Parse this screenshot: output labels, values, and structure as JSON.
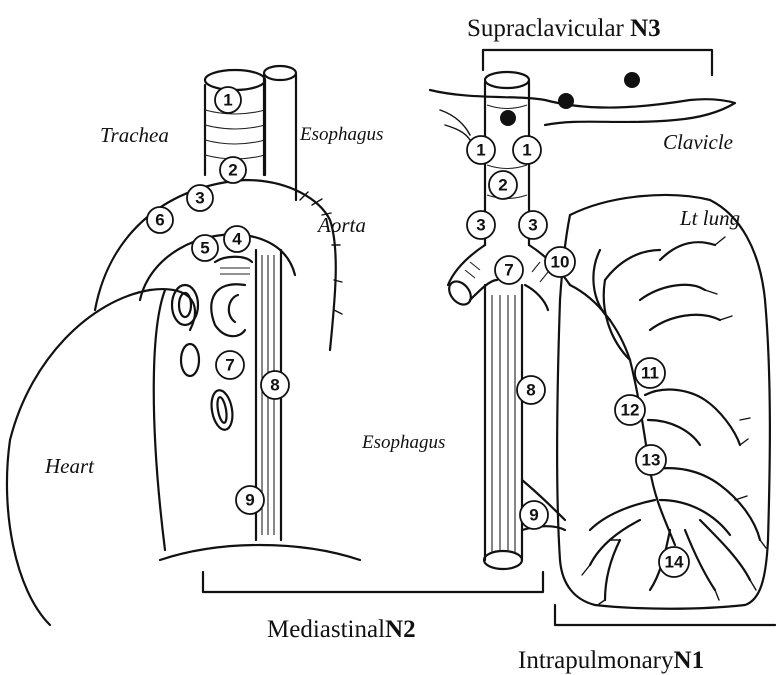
{
  "labels": {
    "trachea": "Trachea",
    "esophagus_top": "Esophagus",
    "aorta": "Aorta",
    "heart": "Heart",
    "clavicle": "Clavicle",
    "lt_lung": "Lt lung",
    "esophagus_mid": "Esophagus"
  },
  "zones": {
    "supraclavicular": {
      "name": "Supraclavicular ",
      "code": "N3"
    },
    "mediastinal": {
      "name": "Mediastinal",
      "code": "N2"
    },
    "intrapulmonary": {
      "name": "Intrapulmonary",
      "code": "N1"
    }
  },
  "left_nodes": [
    "1",
    "2",
    "3",
    "6",
    "4",
    "5",
    "7",
    "8",
    "9"
  ],
  "right_nodes": [
    "1",
    "1",
    "2",
    "3",
    "3",
    "7",
    "10",
    "8",
    "9",
    "11",
    "12",
    "13",
    "14"
  ]
}
